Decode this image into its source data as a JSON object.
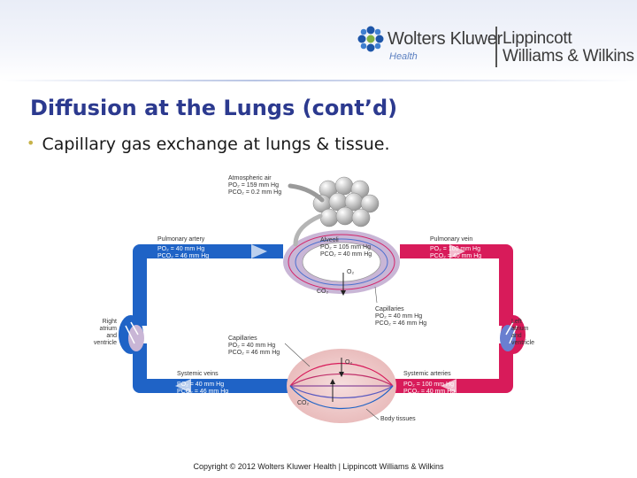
{
  "header": {
    "logo_name": "Wolters Kluwer",
    "logo_division": "Health",
    "imprint_line1": "Lippincott",
    "imprint_line2": "Williams & Wilkins"
  },
  "slide": {
    "title": "Diffusion at the Lungs (cont’d)",
    "bullet": "Capillary gas exchange at lungs & tissue."
  },
  "figure": {
    "atmospheric": {
      "title": "Atmospheric air",
      "po2": "PO₂ = 159 mm Hg",
      "pco2": "PCO₂ = 0.2 mm Hg"
    },
    "pulmonary_artery": {
      "title": "Pulmonary artery",
      "po2": "PO₂ = 40 mm Hg",
      "pco2": "PCO₂ = 46 mm Hg"
    },
    "alveoli": {
      "title": "Alveoli",
      "po2": "PO₂ = 105 mm Hg",
      "pco2": "PCO₂ = 40 mm Hg",
      "o2": "O₂",
      "co2": "CO₂"
    },
    "pulmonary_vein": {
      "title": "Pulmonary vein",
      "po2": "PO₂ = 100 mm Hg",
      "pco2": "PCO₂ = 40 mm Hg"
    },
    "right_heart": {
      "line1": "Right",
      "line2": "atrium",
      "line3": "and",
      "line4": "ventricle"
    },
    "left_heart": {
      "line1": "Left",
      "line2": "atrium",
      "line3": "and",
      "line4": "ventricle"
    },
    "lung_capillaries": {
      "title": "Capillaries",
      "po2": "PO₂ = 40 mm Hg",
      "pco2": "PCO₂ = 46 mm Hg"
    },
    "tissue_capillaries": {
      "title": "Capillaries",
      "po2": "PO₂ = 40 mm Hg",
      "pco2": "PCO₂ = 46 mm Hg"
    },
    "systemic_veins": {
      "title": "Systemic veins",
      "po2": "PO₂ = 40 mm Hg",
      "pco2": "PCO₂ = 46 mm Hg"
    },
    "systemic_arteries": {
      "title": "Systemic arteries",
      "po2": "PO₂ = 100 mm Hg",
      "pco2": "PCO₂ = 40 mm Hg"
    },
    "tissue_o2": "O₂",
    "tissue_co2": "CO₂",
    "body_tissues": "Body tissues"
  },
  "footer": {
    "copyright": "Copyright © 2012 Wolters Kluwer Health | Lippincott Williams & Wilkins"
  },
  "colors": {
    "title": "#2c3a8f",
    "bullet": "#c7b34a",
    "venous_blood": "#1f63c6",
    "arterial_blood": "#d81b5a"
  }
}
